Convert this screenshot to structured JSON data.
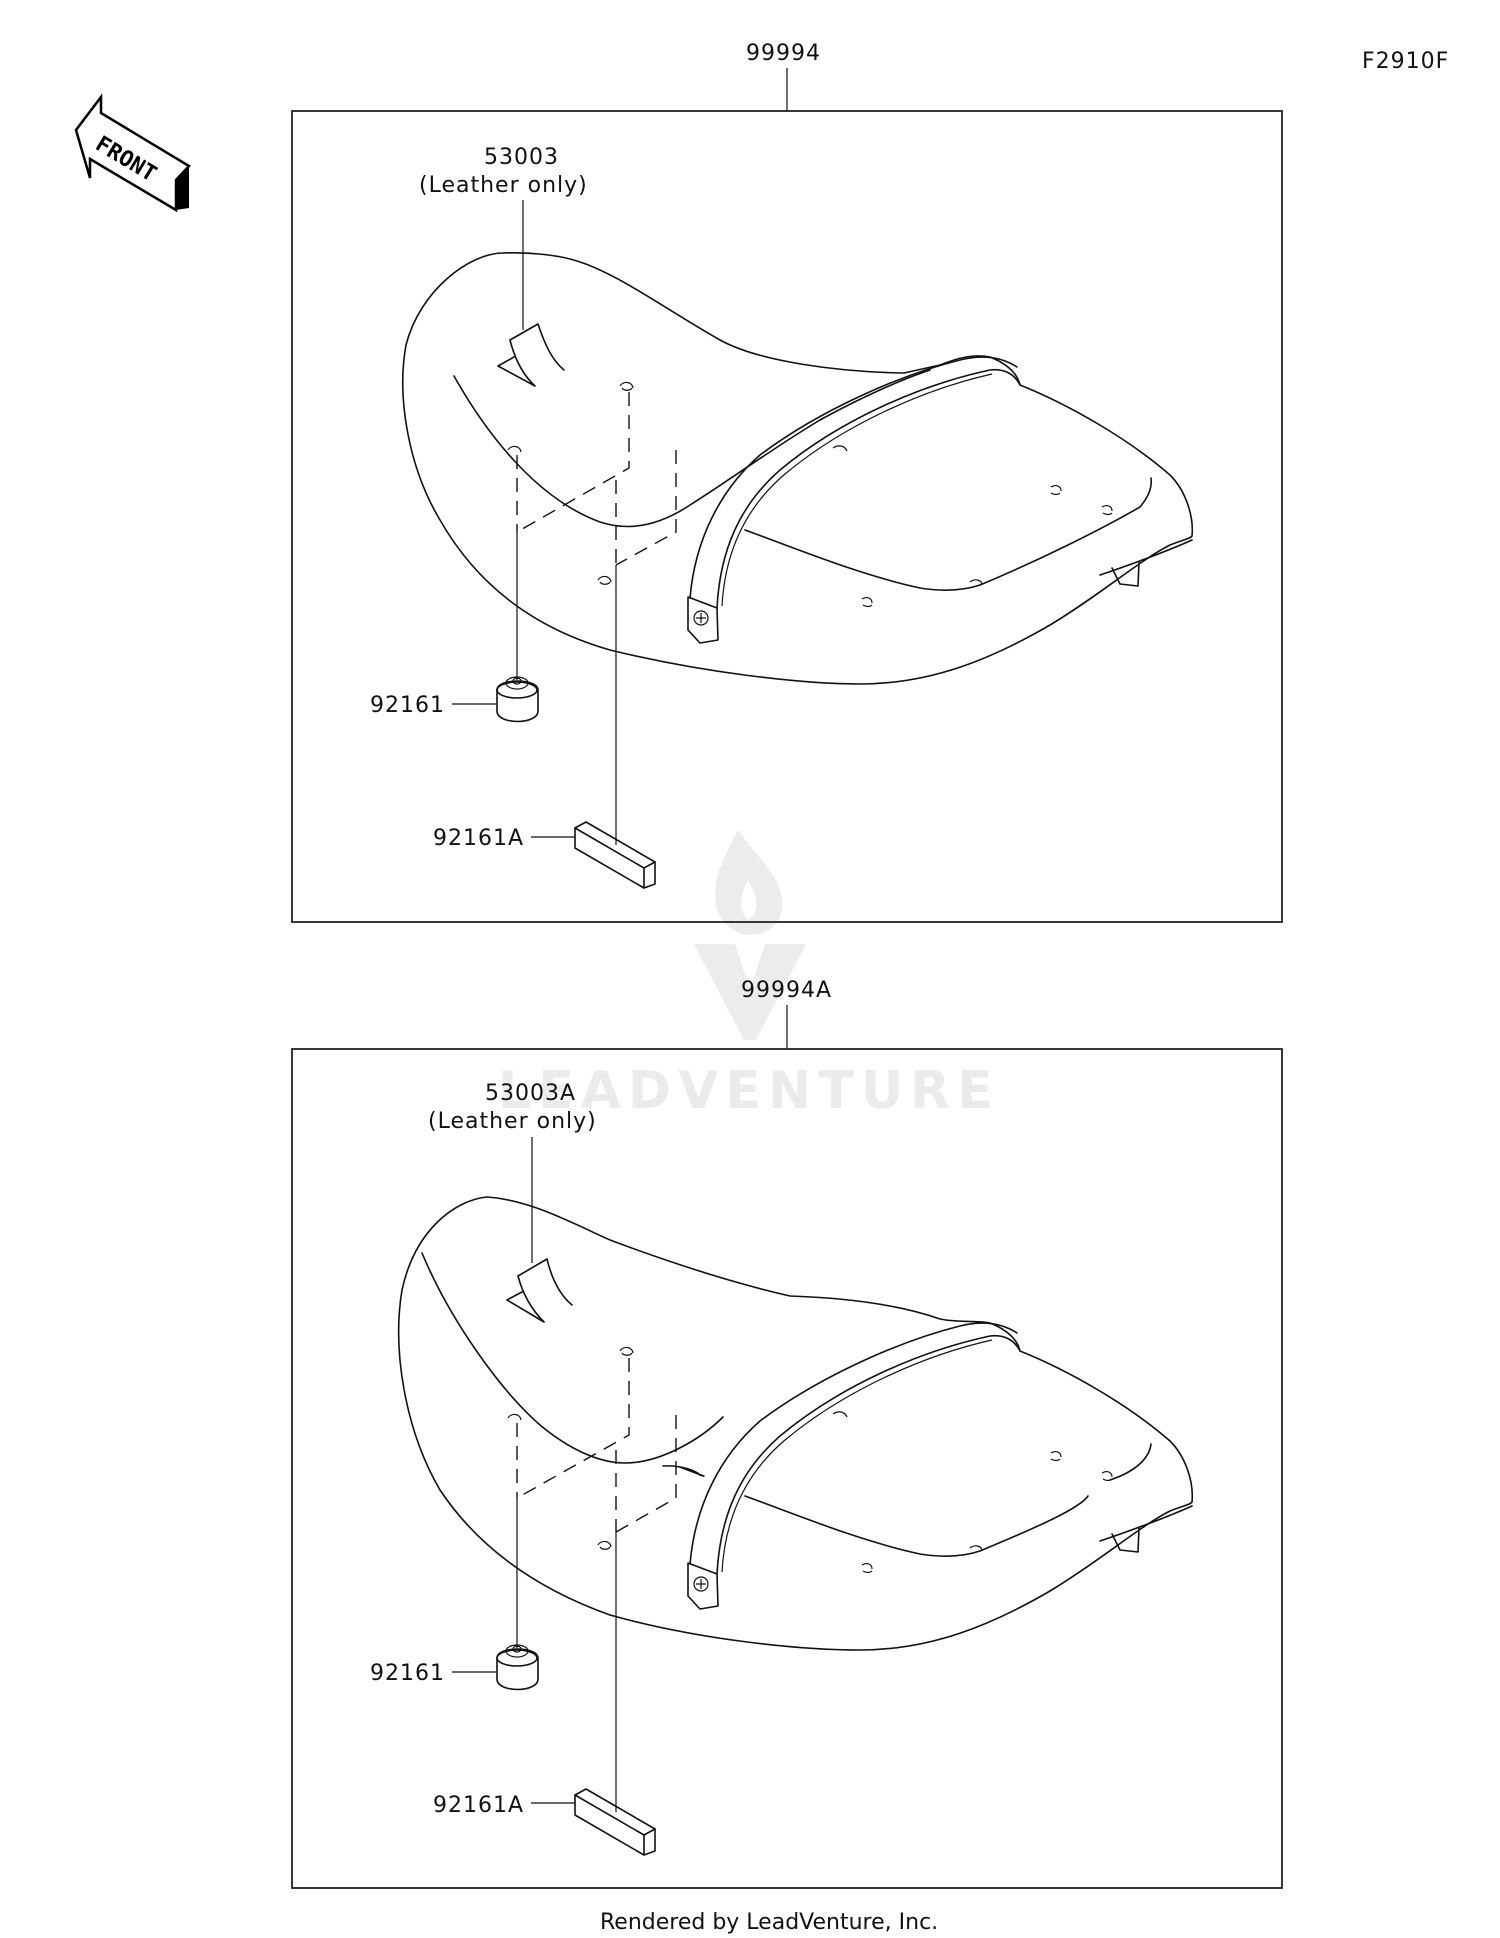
{
  "diagram": {
    "figure_code": "F2910F",
    "front_indicator": "FRONT",
    "watermark": "LEADVENTURE",
    "footer": "Rendered by LeadVenture, Inc.",
    "assemblies": [
      {
        "part_number": "99994",
        "callouts": [
          {
            "part": "53003",
            "note": "(Leather only)"
          },
          {
            "part": "92161"
          },
          {
            "part": "92161A"
          }
        ]
      },
      {
        "part_number": "99994A",
        "callouts": [
          {
            "part": "53003A",
            "note": "(Leather only)"
          },
          {
            "part": "92161"
          },
          {
            "part": "92161A"
          }
        ]
      }
    ]
  }
}
